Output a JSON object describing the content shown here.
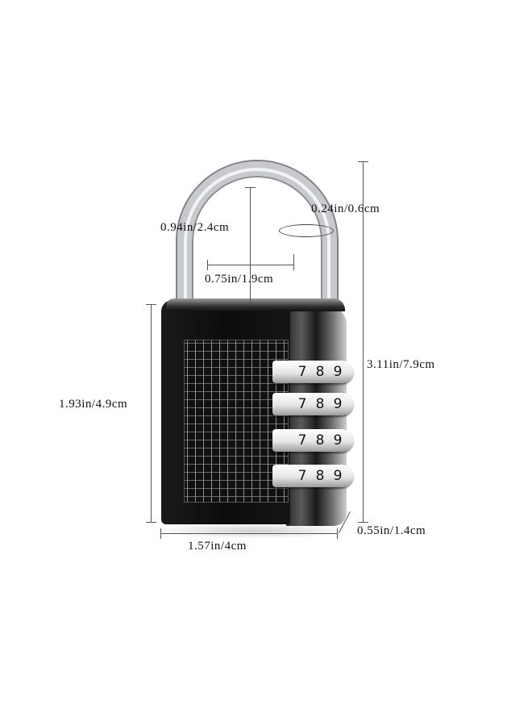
{
  "product": {
    "type": "4-digit combination padlock",
    "colors": {
      "body": "#111111",
      "shackle": "#c7c9cc",
      "wheels": "#e6e6e6",
      "background": "#ffffff"
    }
  },
  "dimensions": {
    "shackle_height": "0.94in/2.4cm",
    "shackle_thickness": "0.24in/0.6cm",
    "shackle_inner_width": "0.75in/1.9cm",
    "body_height": "1.93in/4.9cm",
    "total_height": "3.11in/7.9cm",
    "body_width": "1.57in/4cm",
    "body_depth": "0.55in/1.4cm"
  },
  "dials": [
    {
      "digits": [
        "7",
        "8",
        "9"
      ]
    },
    {
      "digits": [
        "7",
        "8",
        "9"
      ]
    },
    {
      "digits": [
        "7",
        "8",
        "9"
      ]
    },
    {
      "digits": [
        "7",
        "8",
        "9"
      ]
    }
  ]
}
